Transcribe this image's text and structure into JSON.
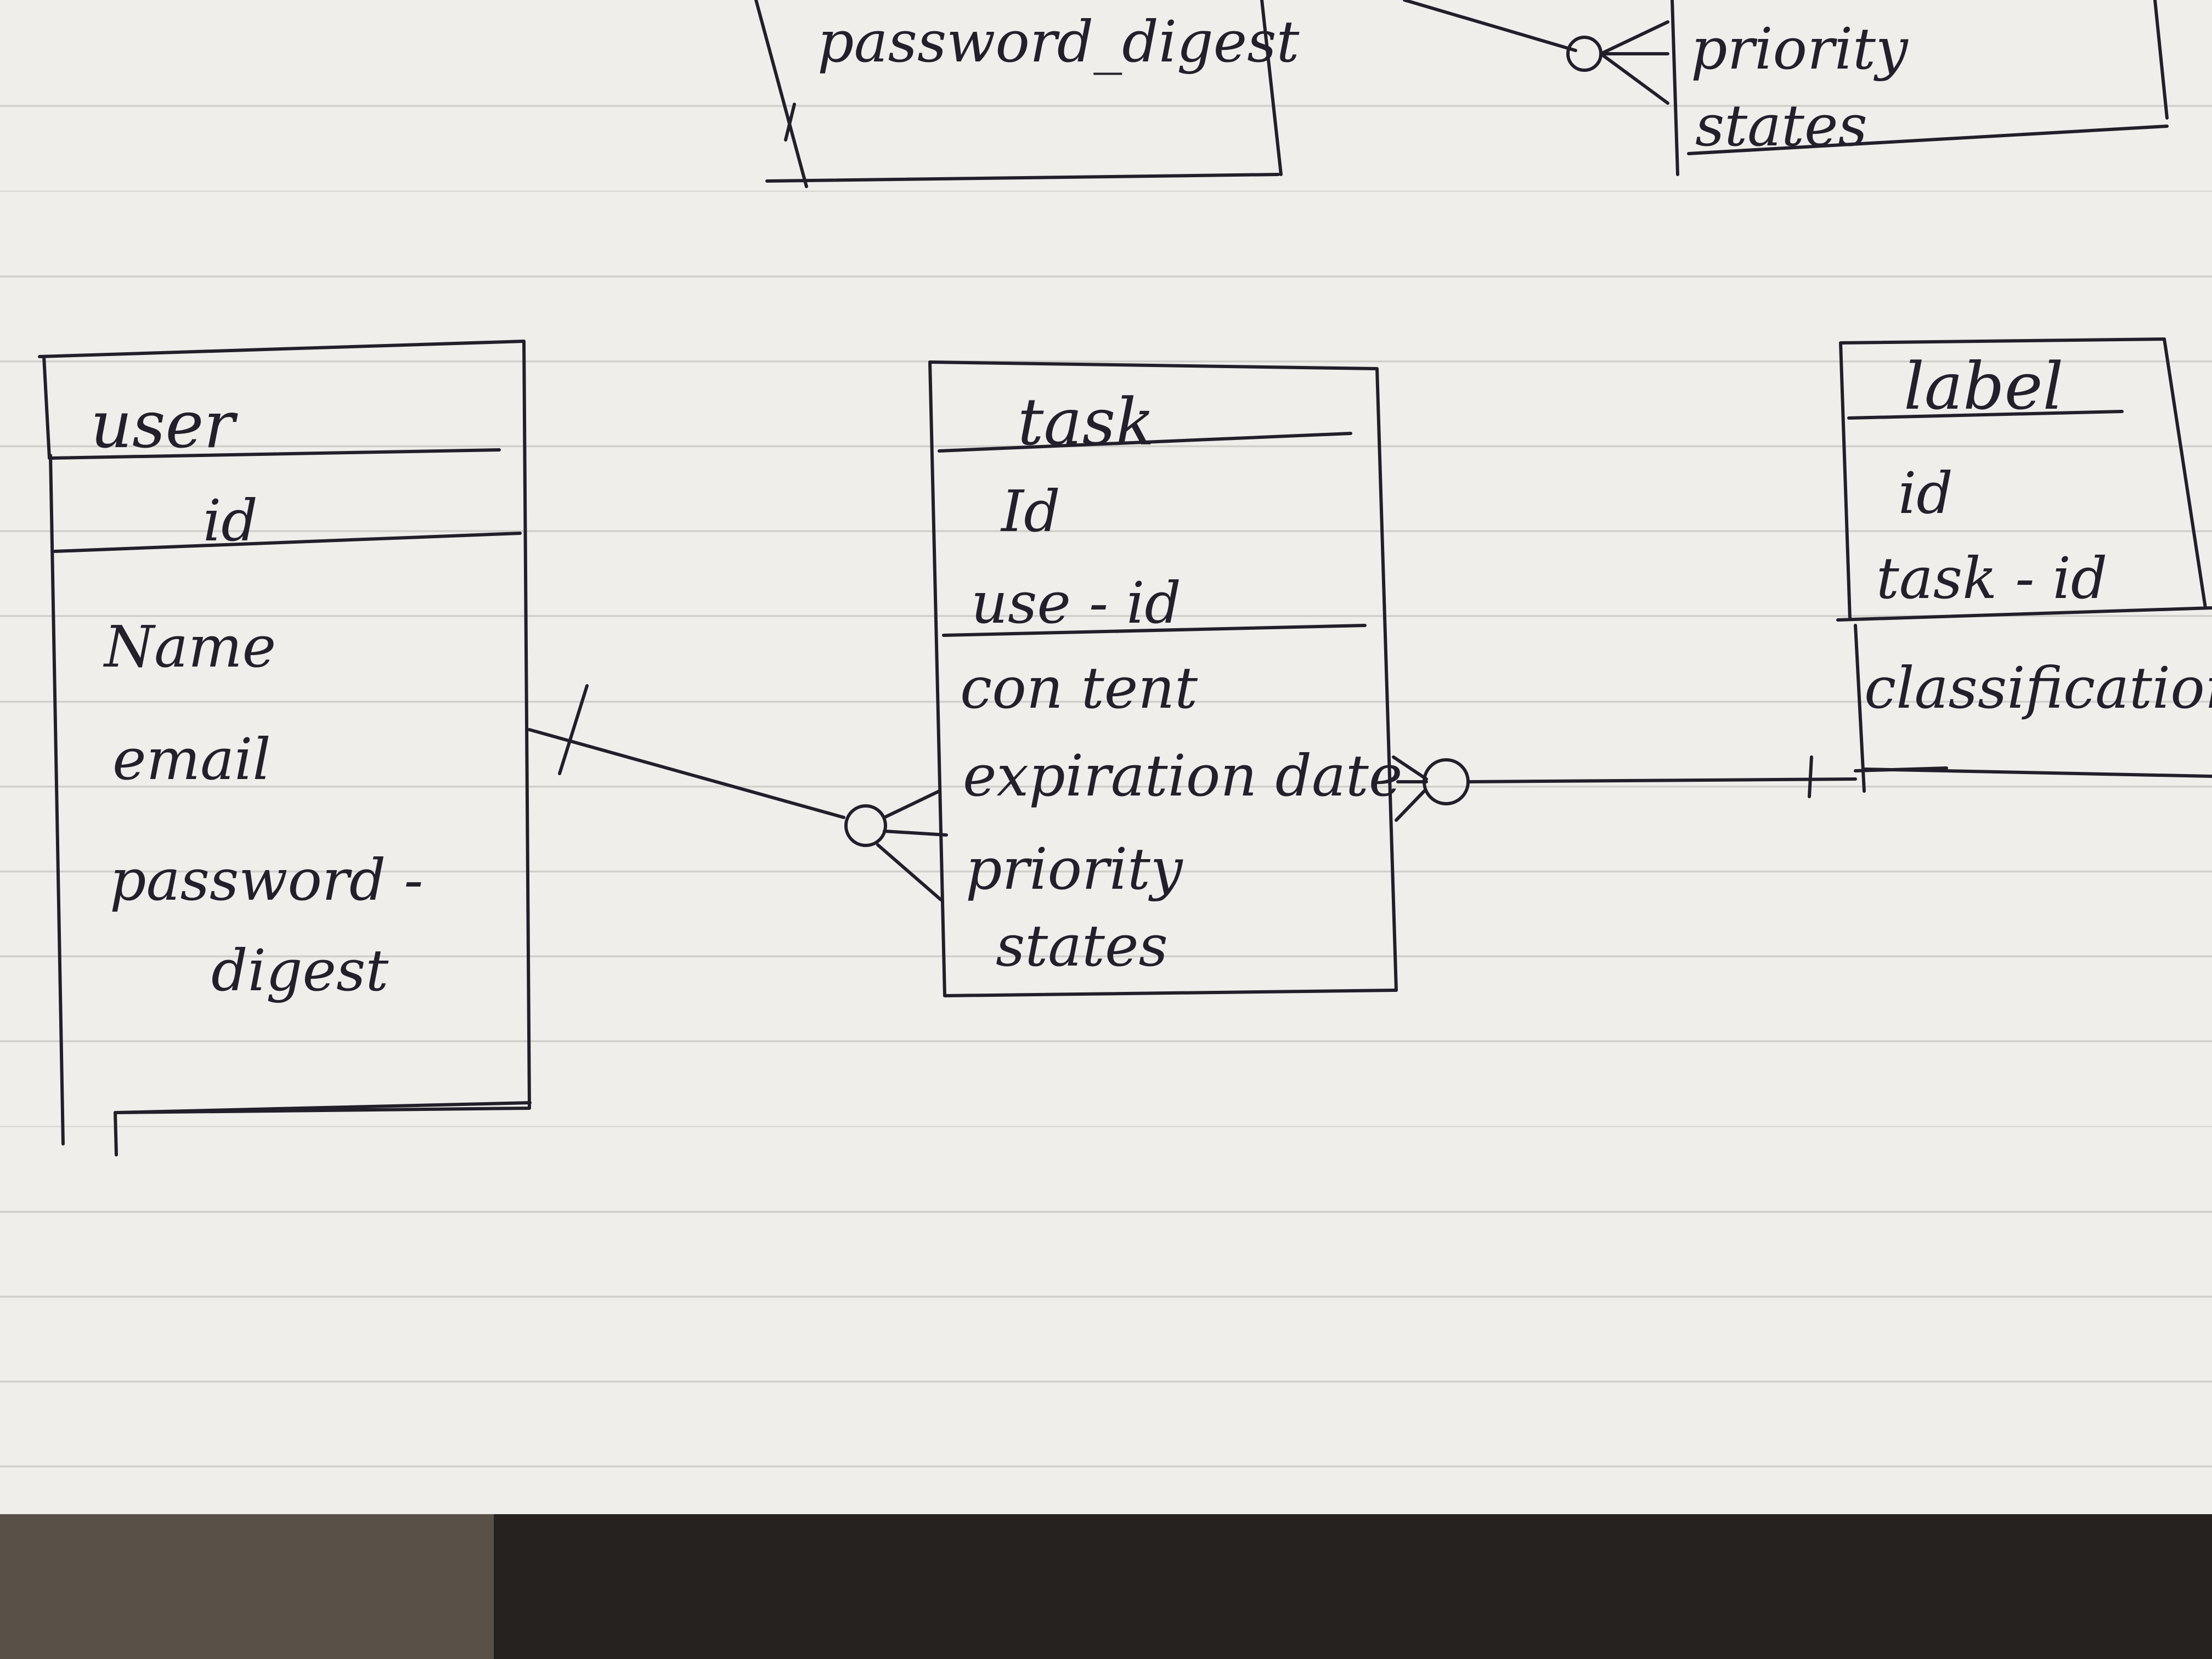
{
  "top_fragment": {
    "left_entity": {
      "attributes": [
        "password_digest"
      ]
    },
    "right_entity": {
      "attributes": [
        "priority",
        "states"
      ]
    }
  },
  "entities": {
    "user": {
      "name": "user",
      "key": "id",
      "attributes": [
        "Name",
        "email",
        "password -",
        "digest"
      ]
    },
    "task": {
      "name": "task",
      "keys": [
        "Id",
        "use - id"
      ],
      "attributes": [
        "con tent",
        "expiration date",
        "priority",
        "states"
      ]
    },
    "label": {
      "name": "label",
      "keys": [
        "id",
        "task - id"
      ],
      "attributes": [
        "classification"
      ]
    }
  },
  "relationships": [
    {
      "from": "user",
      "to": "task",
      "from_end": "one",
      "to_end": "zero-or-many"
    },
    {
      "from": "task",
      "to": "label",
      "from_end": "zero-or-many",
      "to_end": "one"
    }
  ],
  "colors": {
    "paper": "#efeeeb",
    "rule_line": "#cfcdc8",
    "ink": "#221f2a",
    "shadow": "#262220"
  }
}
